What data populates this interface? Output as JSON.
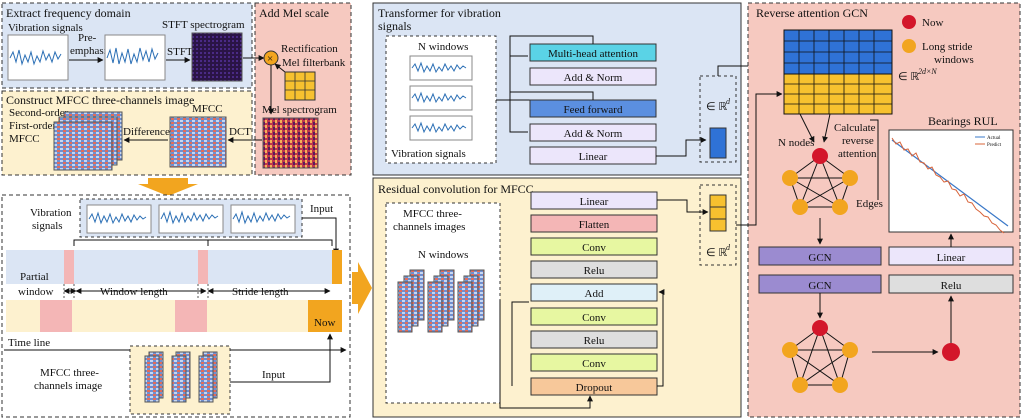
{
  "left": {
    "extract_title": "Extract frequency domain",
    "vibration_signals": "Vibration signals",
    "pre_emphasis_line1": "Pre-",
    "pre_emphasis_line2": "emphasis",
    "stft_label": "STFT",
    "stft_spectrogram": "STFT spectrogram",
    "add_mel_scale": "Add Mel scale",
    "rectification": "Rectification",
    "mel_filterbank": "Mel filterbank",
    "mel_spectrogram": "Mel spectrogram",
    "construct_title": "Construct MFCC three-channels image",
    "second_order": "Second-order",
    "first_order": "First-order",
    "mfcc_left": "MFCC",
    "mfcc_center": "MFCC",
    "difference": "Difference",
    "dct": "DCT",
    "vib_signals_line1": "Vibration",
    "vib_signals_line2": "signals",
    "input_top": "Input",
    "partial_window_line1": "Partial",
    "partial_window_line2": "window",
    "window_length": "Window length",
    "stride_length": "Stride length",
    "now_label": "Now",
    "time_line": "Time line",
    "mfcc_image_line1": "MFCC three-",
    "mfcc_image_line2": "channels image",
    "input_bottom": "Input"
  },
  "middle": {
    "transformer_title_line1": "Transformer for vibration",
    "transformer_title_line2": "signals",
    "n_windows": "N windows",
    "vibration_signals": "Vibration signals",
    "multihead": "Multi-head attention",
    "addnorm1": "Add & Norm",
    "feed_forward": "Feed forward",
    "addnorm2": "Add & Norm",
    "linear_t": "Linear",
    "rd_top": "∈ ℝ",
    "rd_top_sup": "d",
    "residual_title": "Residual convolution for MFCC",
    "mfcc_images_line1": "MFCC three-",
    "mfcc_images_line2": "channels images",
    "n_windows_2": "N windows",
    "linear_r": "Linear",
    "flatten": "Flatten",
    "conv1": "Conv",
    "relu1": "Relu",
    "add": "Add",
    "conv2": "Conv",
    "relu2": "Relu",
    "conv3": "Conv",
    "dropout": "Dropout",
    "rd_bottom": "∈ ℝ",
    "rd_bottom_sup": "d"
  },
  "right": {
    "title": "Reverse attention GCN",
    "now": "Now",
    "long_stride_line1": "Long stride",
    "long_stride_line2": "windows",
    "matrix_dim": "∈ ℝ",
    "matrix_dim_sup": "2d×N",
    "n_nodes": "N nodes",
    "calc_line1": "Calculate",
    "calc_line2": "reverse",
    "calc_line3": "attention",
    "edges": "Edges",
    "bearings_rul": "Bearings RUL",
    "legend_actual": "Actual",
    "legend_predict": "Predict",
    "gcn1": "GCN",
    "gcn2": "GCN",
    "linear": "Linear",
    "relu": "Relu"
  },
  "colors": {
    "panel_blue": "#dbe5f4",
    "panel_yellow": "#fdf1cf",
    "panel_red": "#f6c9c0",
    "cyan_box": "#5ad3e6",
    "blue_box": "#5b8fe0",
    "lavender_box": "#ece6fb",
    "green_box": "#e7f7a1",
    "gray_box": "#dedede",
    "pink_box": "#f4b6b6",
    "orange_box": "#f7c89a",
    "gcn_purple": "#9b8bd0",
    "node_orange": "#f2a51f",
    "node_red": "#d3162a",
    "matrix_blue": "#2f72d6",
    "matrix_yellow": "#f7c12f"
  }
}
